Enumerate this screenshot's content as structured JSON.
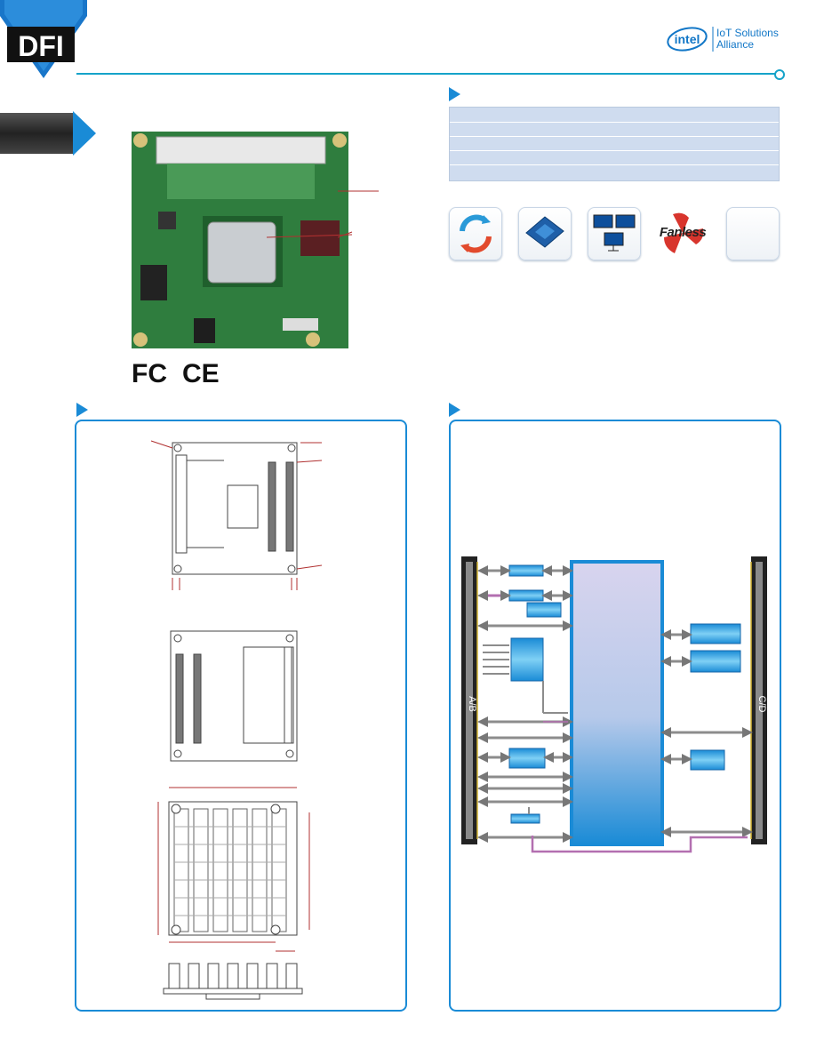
{
  "header": {
    "brand_logo": "DFI",
    "partner_logo_mark": "intel",
    "partner_program": [
      "IoT Solutions",
      "Alliance"
    ]
  },
  "certifications": [
    "FC",
    "CE"
  ],
  "spec_table": {
    "rows": 5
  },
  "features": [
    {
      "icon": "rotation-arrows-icon"
    },
    {
      "icon": "processor-chip-icon"
    },
    {
      "icon": "multi-display-icon"
    },
    {
      "icon": "fanless-icon",
      "label": "Fanless"
    },
    {
      "icon": "blank-feature-icon"
    }
  ],
  "block_diagram": {
    "connector_left_label": "A/B",
    "connector_right_label": "C/D"
  },
  "colors": {
    "accent": "#1a8bd6",
    "line": "#16a3c9",
    "brand_blue": "#1976c9",
    "table_fill": "#cfdcef",
    "pcb_green": "#2f7d3e"
  }
}
